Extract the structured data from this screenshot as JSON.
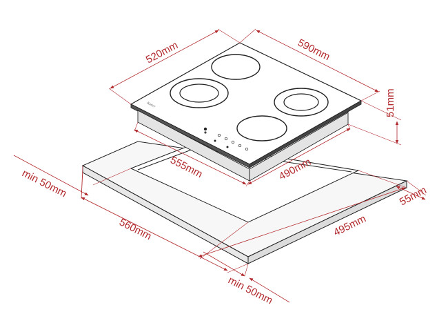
{
  "figure": {
    "brand_mark": "Kaiser",
    "colors": {
      "dimension": "#b22a2e",
      "outline": "#222222",
      "counter_top": "#f7f7f7",
      "glass_top": "#ffffff"
    }
  },
  "dimensions": {
    "hob_depth": "520mm",
    "hob_width": "590mm",
    "hob_height": "51mm",
    "cutout_width": "555mm",
    "cutout_depth": "490mm",
    "min_side_clearance": "min 50mm",
    "counter_depth": "560mm",
    "counter_width": "495mm",
    "counter_height": "55mm",
    "min_front_clearance": "min 50mm"
  }
}
